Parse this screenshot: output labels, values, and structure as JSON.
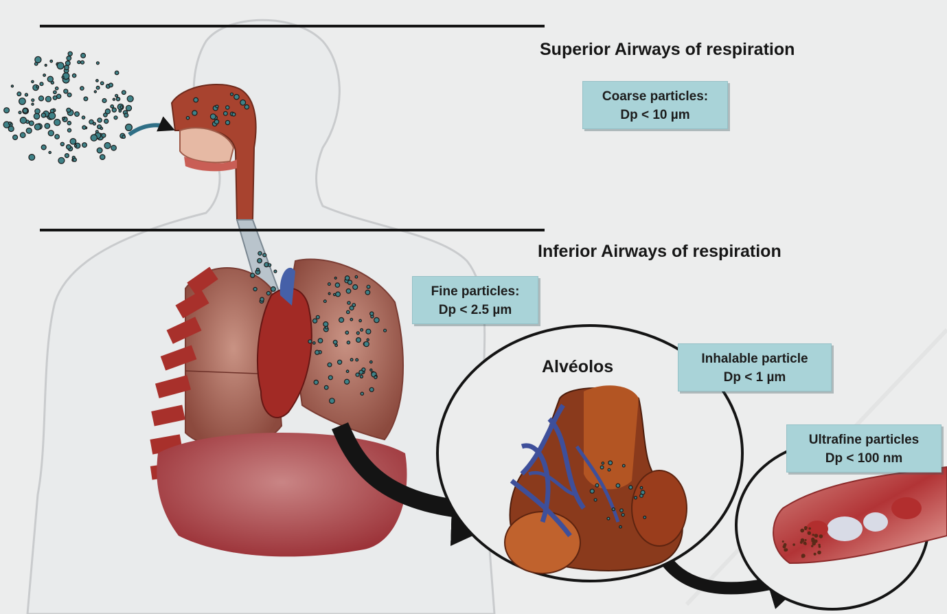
{
  "sections": {
    "superior_heading": "Superior Airways of respiration",
    "inferior_heading": "Inferior Airways of respiration"
  },
  "labels": {
    "coarse": {
      "line1": "Coarse particles:",
      "line2": "Dp < 10 µm"
    },
    "fine": {
      "line1": "Fine particles:",
      "line2": "Dp < 2.5 µm"
    },
    "inhalable": {
      "line1": "Inhalable particle",
      "line2": "Dp < 1 µm"
    },
    "ultrafine": {
      "line1": "Ultrafine particles",
      "line2": "Dp < 100 nm"
    },
    "alveolus_title": "Alvéolos"
  },
  "colors": {
    "background": "#eceded",
    "label_box": "#a9d3d8",
    "tissue_red": "#a8302b",
    "lung_pink": "#b98072",
    "alveolus_brown": "#8a3a1c",
    "capillary_blue": "#3e4f9a",
    "particle_teal": "#3f8288",
    "watermark": "#d47777"
  }
}
